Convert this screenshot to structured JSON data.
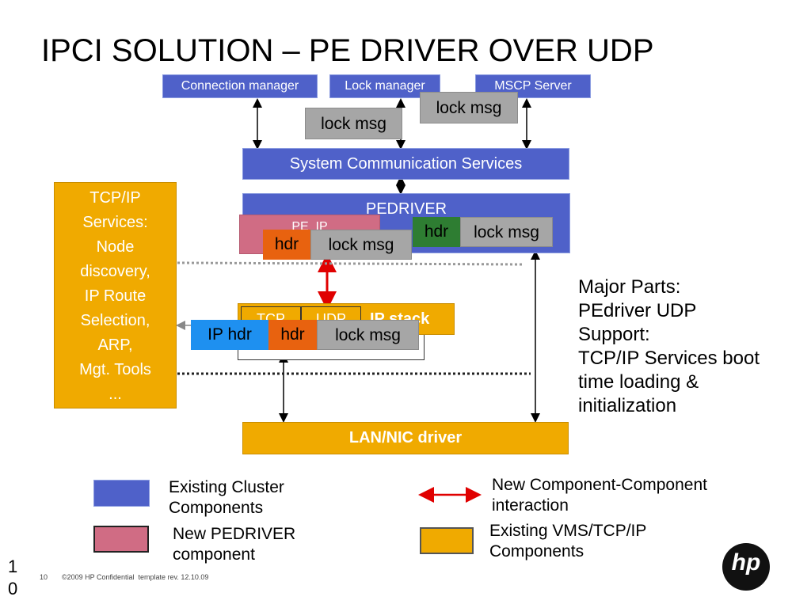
{
  "title": "IPCI SOLUTION – PE DRIVER OVER UDP",
  "top_boxes": {
    "connection_manager": "Connection manager",
    "lock_manager": "Lock manager",
    "mscp_server": "MSCP Server"
  },
  "lock_msg": "lock msg",
  "hdr": "hdr",
  "ip_hdr": "IP hdr",
  "scs": "System Communication Services",
  "pedriver": "PEDRIVER",
  "pe_ip": "PE_IP",
  "tcp": "TCP",
  "udp": "UDP",
  "ip_stack": "IP stack",
  "tcpip_services": [
    "TCP/IP",
    "Services:",
    "Node",
    "discovery,",
    "IP Route",
    "Selection,",
    "ARP,",
    "Mgt. Tools",
    "..."
  ],
  "lan_nic": "LAN/NIC driver",
  "major_parts": [
    "Major Parts:",
    "PEdriver UDP",
    "Support:",
    "TCP/IP Services boot",
    "time loading &",
    "initialization"
  ],
  "legend": {
    "existing_cluster": [
      "Existing Cluster",
      "Components"
    ],
    "new_pedriver": [
      "New PEDRIVER",
      "component"
    ],
    "new_interaction": [
      "New Component-Component",
      "interaction"
    ],
    "existing_vms": [
      "Existing VMS/TCP/IP",
      "Components"
    ]
  },
  "footer": {
    "slide_number_side": [
      "1",
      "0"
    ],
    "slide_number": "10",
    "copyright": "©2009 HP Confidential  template rev. 12.10.09"
  },
  "logo_text": "hp",
  "colors": {
    "blue": "#4f61c9",
    "gray": "#a6a6a6",
    "orange": "#e8620f",
    "green": "#2e7d32",
    "cyan": "#1e90f0",
    "pink": "#d06c84",
    "yellow": "#f0aa00",
    "red_arrow": "#e00000"
  }
}
